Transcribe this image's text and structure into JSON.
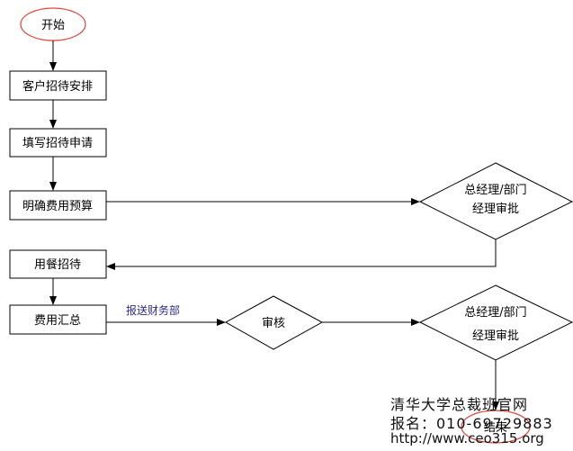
{
  "flow": {
    "start": "开始",
    "step1": "客户招待安排",
    "step2": "填写招待申请",
    "step3": "明确费用预算",
    "approval1_line1": "总经理/部门",
    "approval1_line2": "经理审批",
    "step4": "用餐招待",
    "step5": "费用汇总",
    "edge_label": "报送财务部",
    "review": "审核",
    "approval2_line1": "总经理/部门",
    "approval2_line2": "经理审批",
    "end": "结束"
  },
  "watermark": {
    "line1": "清华大学总裁班官网",
    "line2": "报名：010-69729883",
    "line3": "http://www.ceo315.org"
  },
  "colors": {
    "start_outline": "#e0443c",
    "end_outline": "#e0443c",
    "edge_label": "#2b2b8a",
    "line": "#000000"
  }
}
